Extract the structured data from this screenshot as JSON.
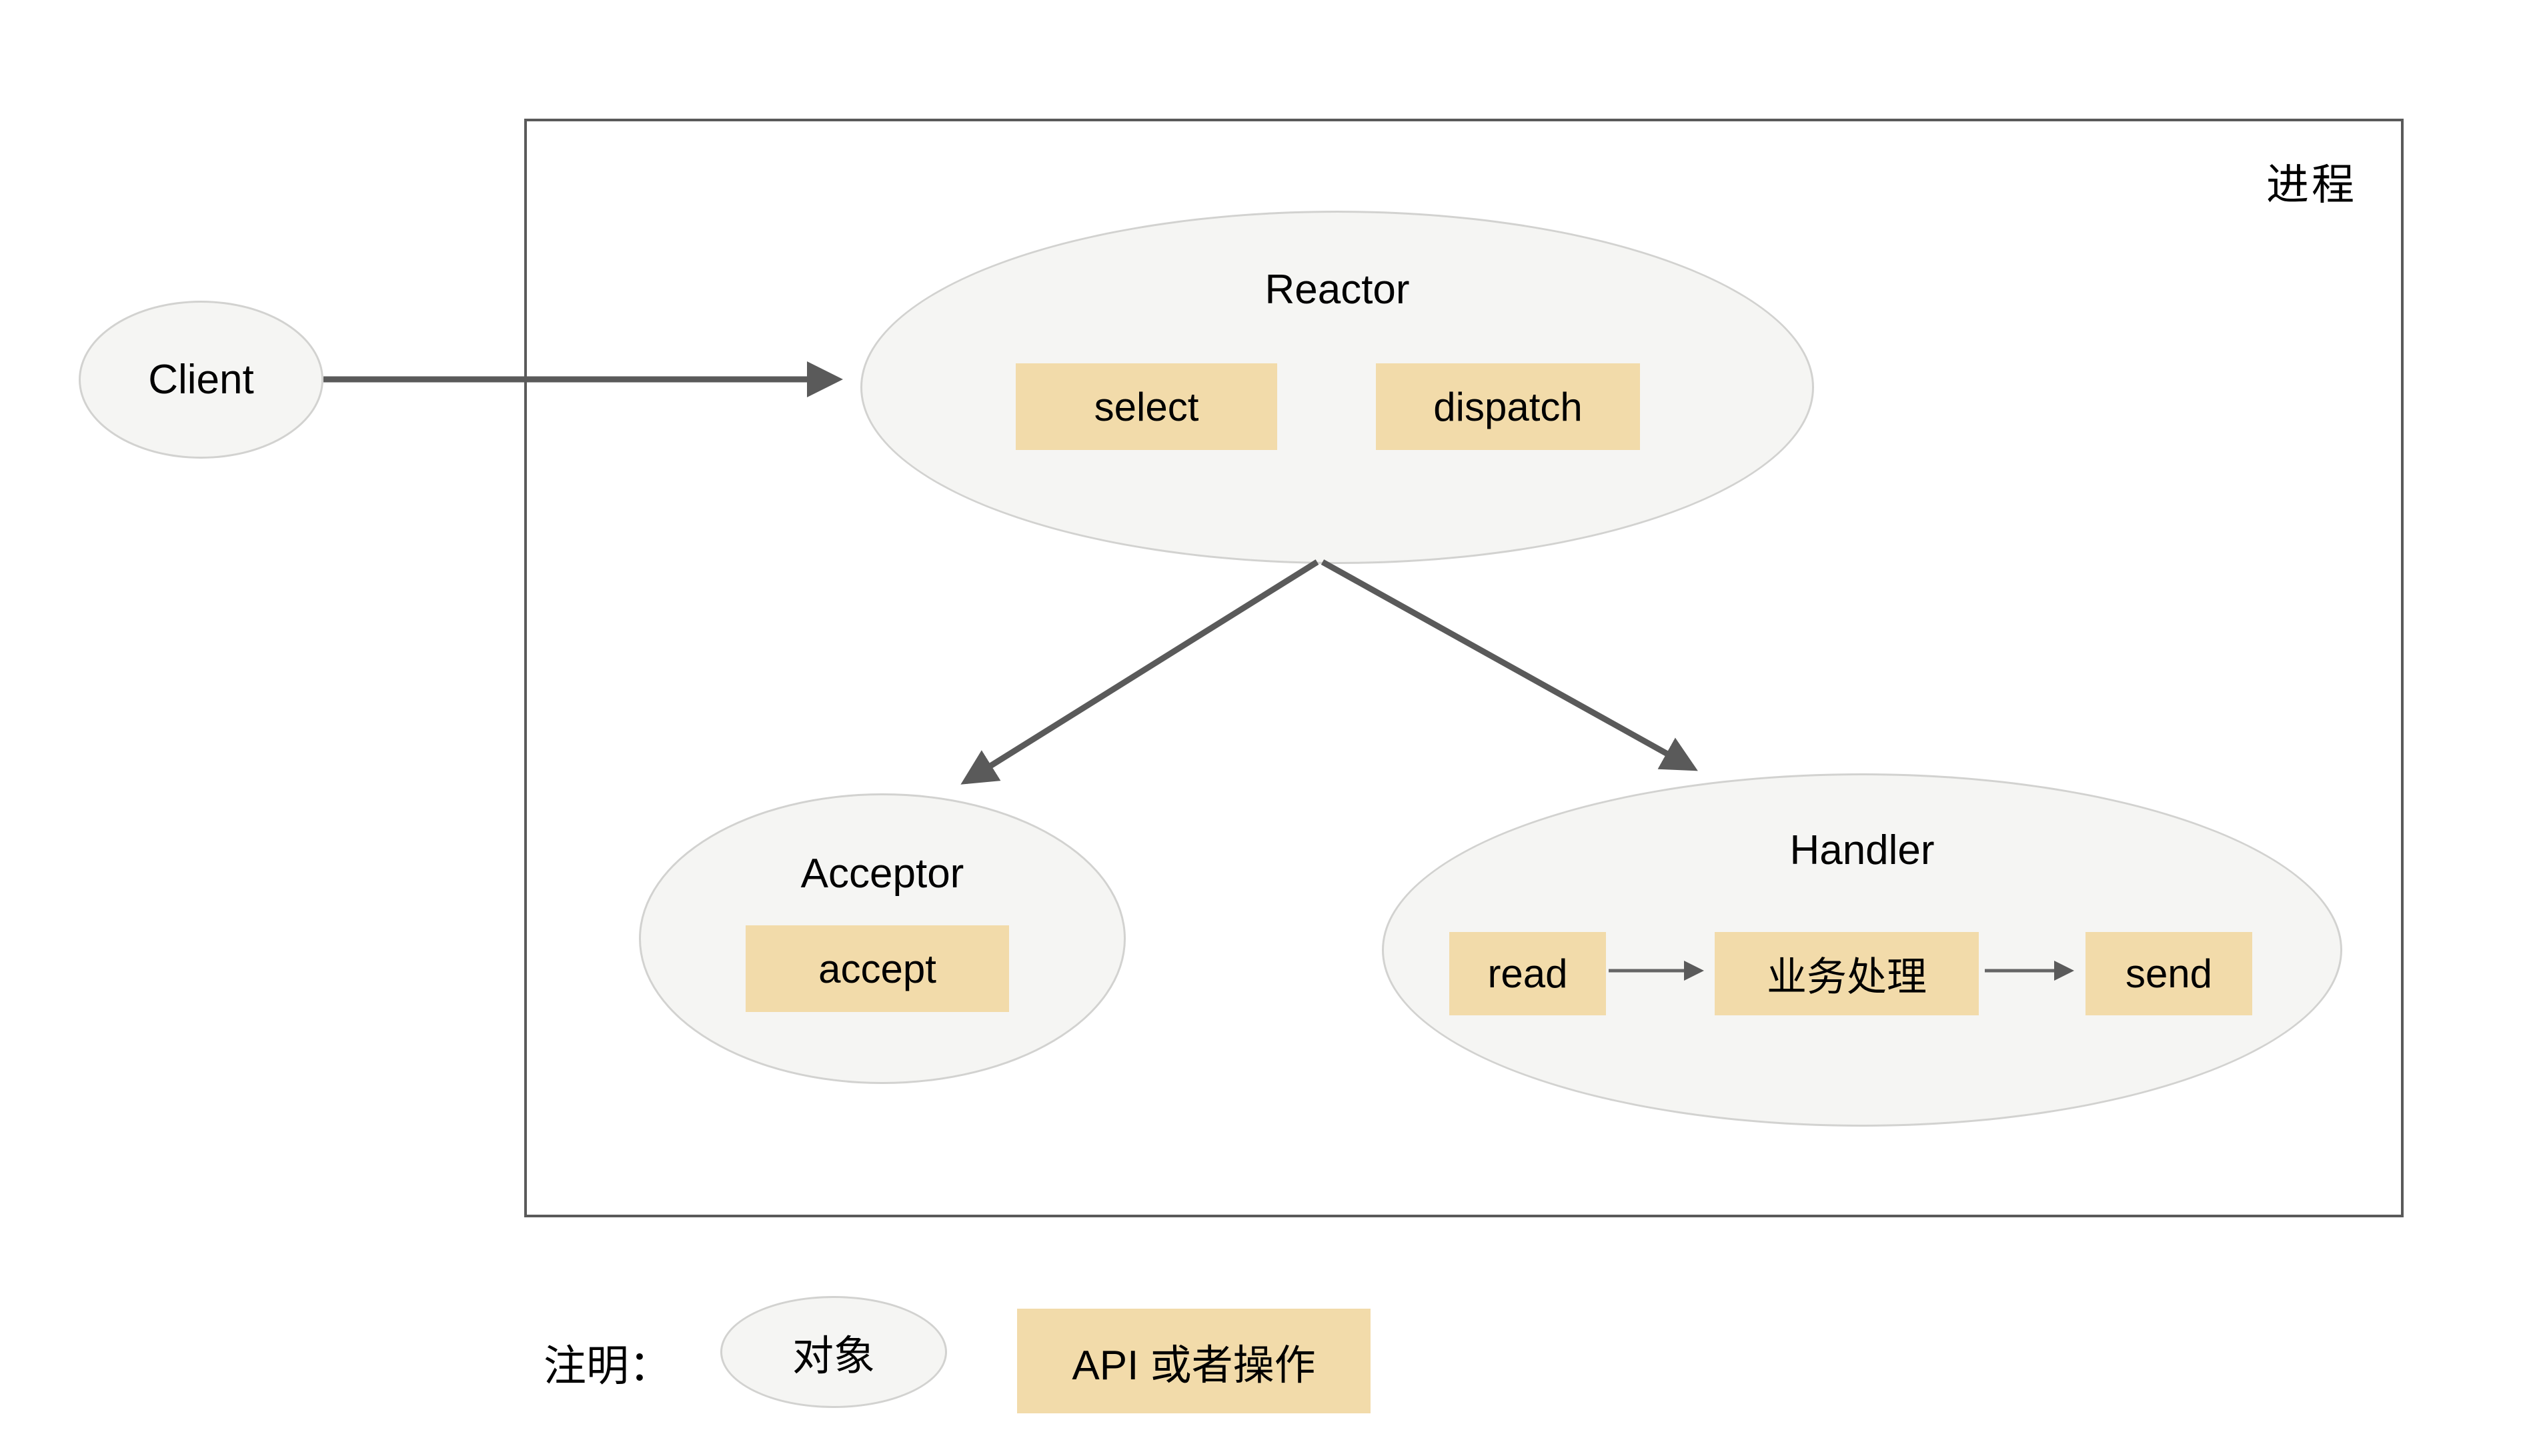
{
  "frame": {
    "label": "进程"
  },
  "nodes": {
    "client": {
      "label": "Client"
    },
    "reactor": {
      "label": "Reactor",
      "ops": [
        "select",
        "dispatch"
      ]
    },
    "acceptor": {
      "label": "Acceptor",
      "ops": [
        "accept"
      ]
    },
    "handler": {
      "label": "Handler",
      "ops": [
        "read",
        "业务处理",
        "send"
      ]
    }
  },
  "edges": [
    {
      "from": "Client",
      "to": "Reactor"
    },
    {
      "from": "Reactor",
      "to": "Acceptor"
    },
    {
      "from": "Reactor",
      "to": "Handler"
    },
    {
      "from": "read",
      "to": "业务处理"
    },
    {
      "from": "业务处理",
      "to": "send"
    }
  ],
  "legend": {
    "caption": "注明：",
    "object_label": "对象",
    "api_label": "API 或者操作"
  },
  "colors": {
    "node_fill": "#f5f5f3",
    "node_border": "#d2d2d0",
    "op_fill": "#f2dbaa",
    "line": "#5a5a5a",
    "text": "#000000"
  }
}
